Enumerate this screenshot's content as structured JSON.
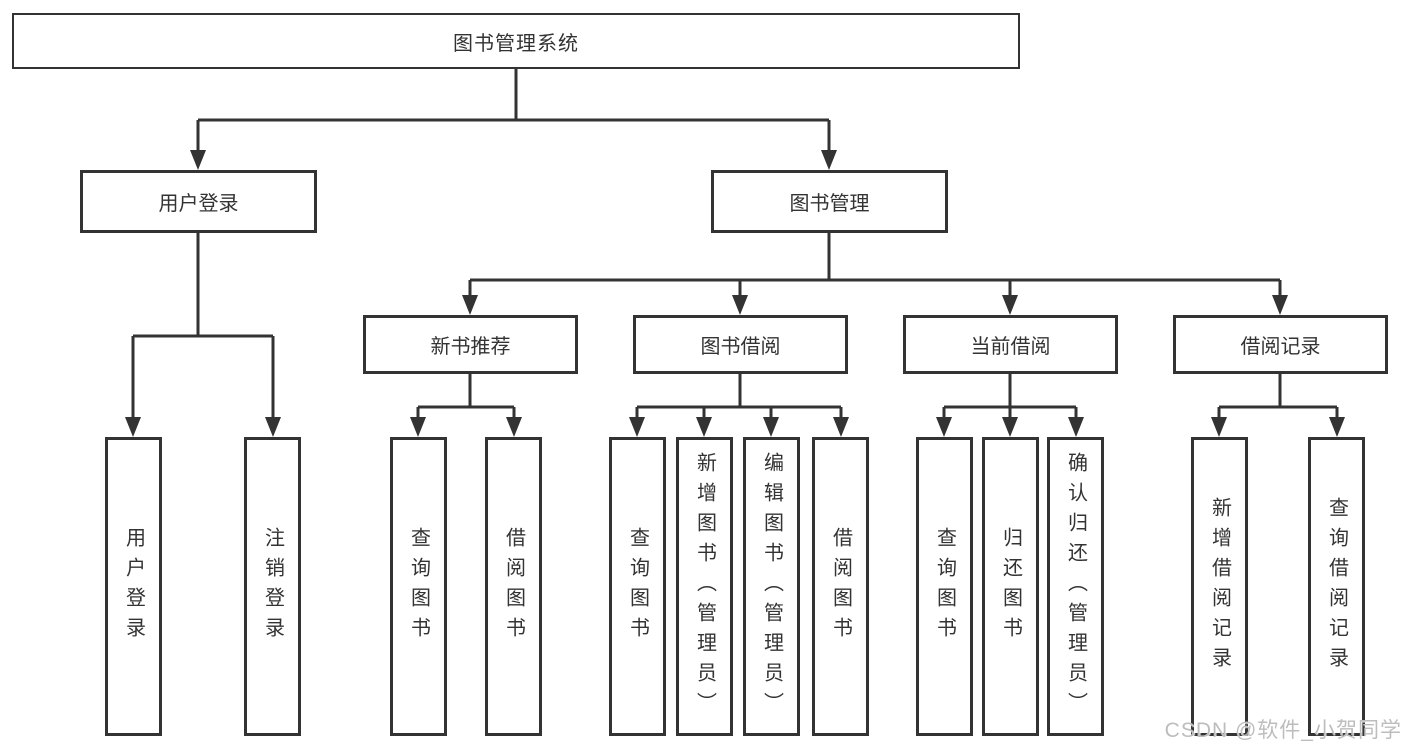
{
  "diagram": {
    "root": {
      "label": "图书管理系统"
    },
    "level1": [
      {
        "label": "用户登录"
      },
      {
        "label": "图书管理"
      }
    ],
    "level2": [
      {
        "label": "新书推荐"
      },
      {
        "label": "图书借阅"
      },
      {
        "label": "当前借阅"
      },
      {
        "label": "借阅记录"
      }
    ],
    "leaves": {
      "user_login": [
        "用户登录",
        "注销登录"
      ],
      "new_books": [
        "查询图书",
        "借阅图书"
      ],
      "book_borrow": [
        "查询图书",
        "新增图书（管理员）",
        "编辑图书（管理员）",
        "借阅图书"
      ],
      "current_borrow": [
        "查询图书",
        "归还图书",
        "确认归还（管理员）"
      ],
      "borrow_records": [
        "新增借阅记录",
        "查询借阅记录"
      ]
    }
  },
  "watermark": {
    "text": "CSDN @软件_小贺同学"
  },
  "colors": {
    "line": "#333333",
    "box_border": "#333333",
    "text": "#333333",
    "watermark": "#bdbdbd",
    "background": "#ffffff"
  }
}
